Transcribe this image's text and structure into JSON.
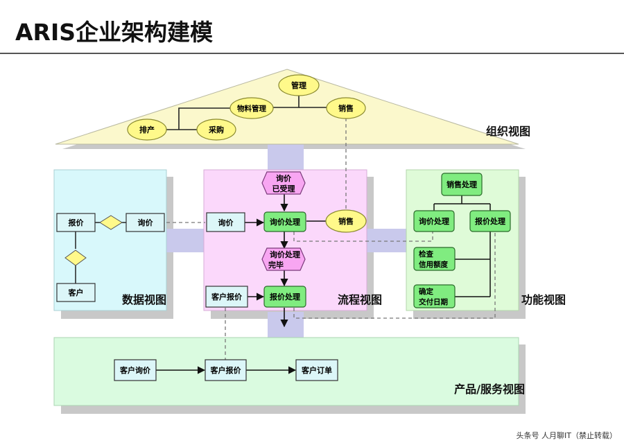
{
  "title": "ARIS企业架构建模",
  "footer": "头条号 人月聊IT（禁止转载）",
  "views": {
    "org": "组织视图",
    "data": "数据视图",
    "process": "流程视图",
    "function": "功能视图",
    "product": "产品/服务视图"
  },
  "org": {
    "mgmt": "管理",
    "material": "物料管理",
    "sales": "销售",
    "schedule": "排产",
    "purchase": "采购"
  },
  "data_view": {
    "quote": "报价",
    "inquiry": "询价",
    "customer": "客户"
  },
  "process_view": {
    "event1_line1": "询价",
    "event1_line2": "已受理",
    "inquiry_data": "询价",
    "inquiry_processing": "询价处理",
    "sales_role": "销售",
    "event2_line1": "询价处理",
    "event2_line2": "完毕",
    "customer_quote": "客户报价",
    "quote_processing": "报价处理"
  },
  "function_view": {
    "sales_processing": "销售处理",
    "inquiry_processing": "询价处理",
    "quote_processing": "报价处理",
    "check_line1": "检查",
    "check_line2": "信用额度",
    "confirm_line1": "确定",
    "confirm_line2": "交付日期"
  },
  "product_view": {
    "customer_inquiry": "客户询价",
    "customer_quote": "客户报价",
    "customer_order": "客户订单"
  }
}
